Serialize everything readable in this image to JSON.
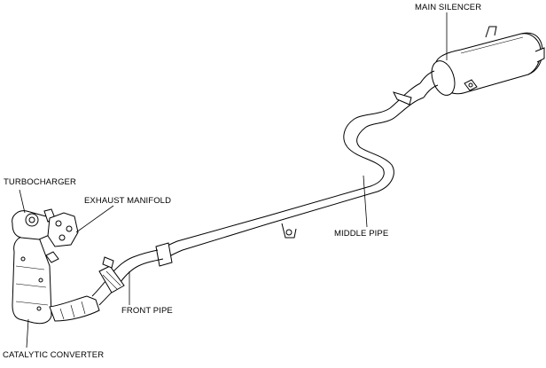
{
  "labels": {
    "main_silencer": "MAIN SILENCER",
    "turbocharger": "TURBOCHARGER",
    "exhaust_manifold": "EXHAUST MANIFOLD",
    "middle_pipe": "MIDDLE PIPE",
    "front_pipe": "FRONT PIPE",
    "catalytic_converter": "CATALYTIC CONVERTER"
  },
  "colors": {
    "line": "#000000",
    "fill": "#ffffff",
    "shade": "#d9d9d9"
  }
}
